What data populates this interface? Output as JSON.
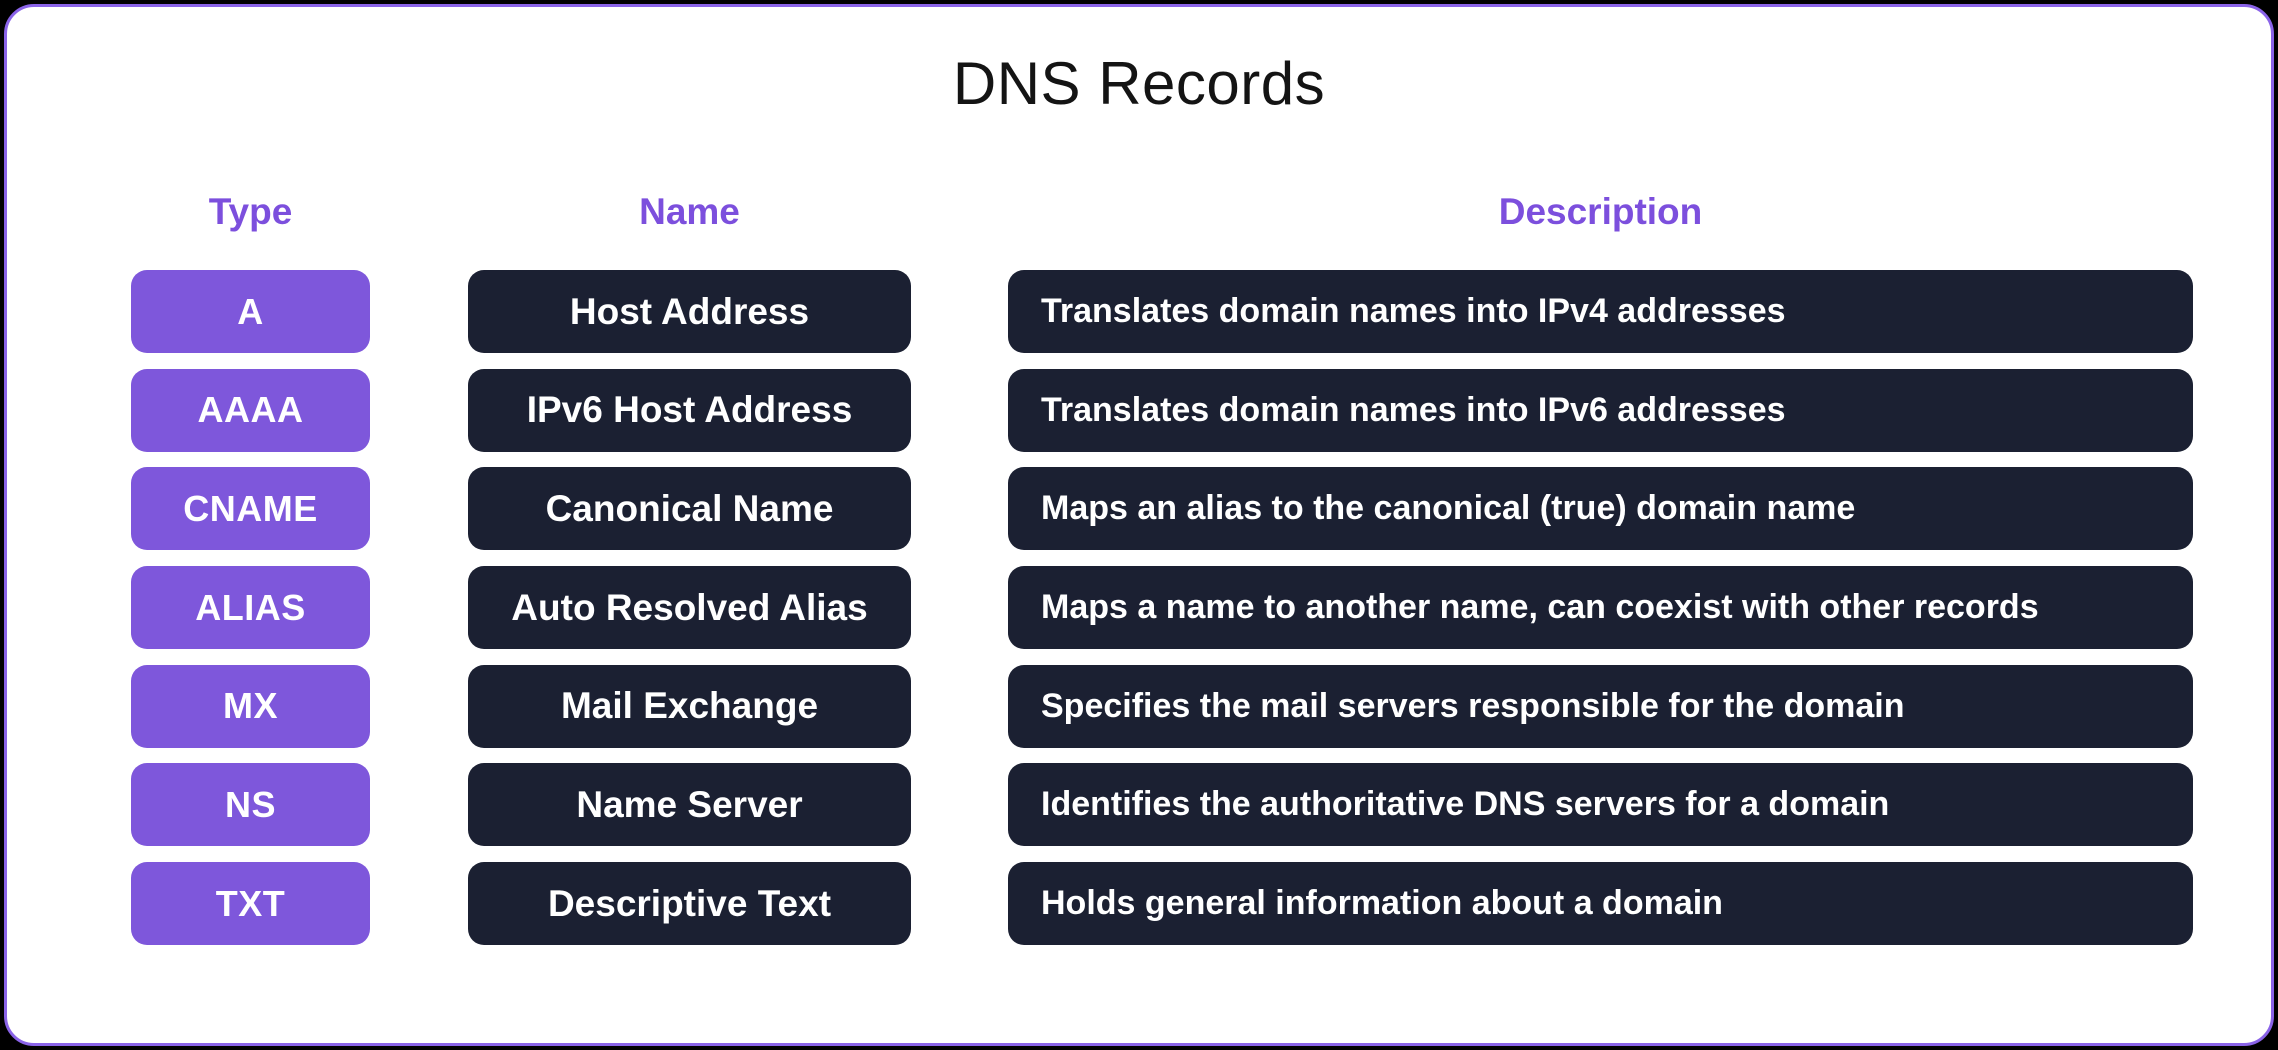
{
  "title": "DNS Records",
  "colors": {
    "background": "#000000",
    "card_bg": "#ffffff",
    "card_border": "#8a63e8",
    "accent_purple": "#7e57db",
    "dark_navy": "#1b2032",
    "header_text": "#7c4fdd",
    "title_text": "#141414",
    "row_text": "#ffffff"
  },
  "columns": [
    {
      "label": "Type"
    },
    {
      "label": "Name"
    },
    {
      "label": "Description"
    }
  ],
  "records": [
    {
      "type": "A",
      "name": "Host Address",
      "description": "Translates domain names into IPv4 addresses"
    },
    {
      "type": "AAAA",
      "name": "IPv6 Host Address",
      "description": "Translates domain names into IPv6 addresses"
    },
    {
      "type": "CNAME",
      "name": "Canonical Name",
      "description": "Maps an alias to the canonical (true) domain name"
    },
    {
      "type": "ALIAS",
      "name": "Auto Resolved Alias",
      "description": "Maps a name to another name, can coexist with other records"
    },
    {
      "type": "MX",
      "name": "Mail Exchange",
      "description": "Specifies the mail servers responsible for the domain"
    },
    {
      "type": "NS",
      "name": "Name Server",
      "description": "Identifies the authoritative DNS servers for a domain"
    },
    {
      "type": "TXT",
      "name": "Descriptive Text",
      "description": "Holds general information about a domain"
    }
  ]
}
